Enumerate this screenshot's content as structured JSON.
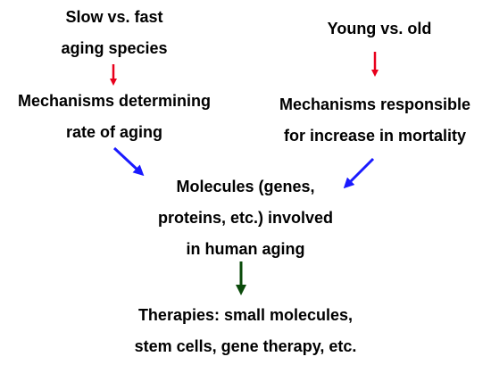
{
  "nodes": {
    "slow_fast": {
      "line1": "Slow vs. fast",
      "line2": "aging species"
    },
    "young_old": {
      "line1": "Young vs. old"
    },
    "mech_rate": {
      "line1": "Mechanisms determining",
      "line2": "rate of aging"
    },
    "mech_mortality": {
      "line1": "Mechanisms responsible",
      "line2": "for increase in mortality"
    },
    "molecules": {
      "line1": "Molecules (genes,",
      "line2": "proteins, etc.) involved",
      "line3": "in human aging"
    },
    "therapies": {
      "line1": "Therapies: small molecules,",
      "line2": "stem cells, gene therapy, etc."
    }
  },
  "colors": {
    "red_arrow": "#e8001c",
    "blue_arrow": "#1a1aff",
    "green_arrow": "#0a4a0a",
    "text": "#000000"
  }
}
